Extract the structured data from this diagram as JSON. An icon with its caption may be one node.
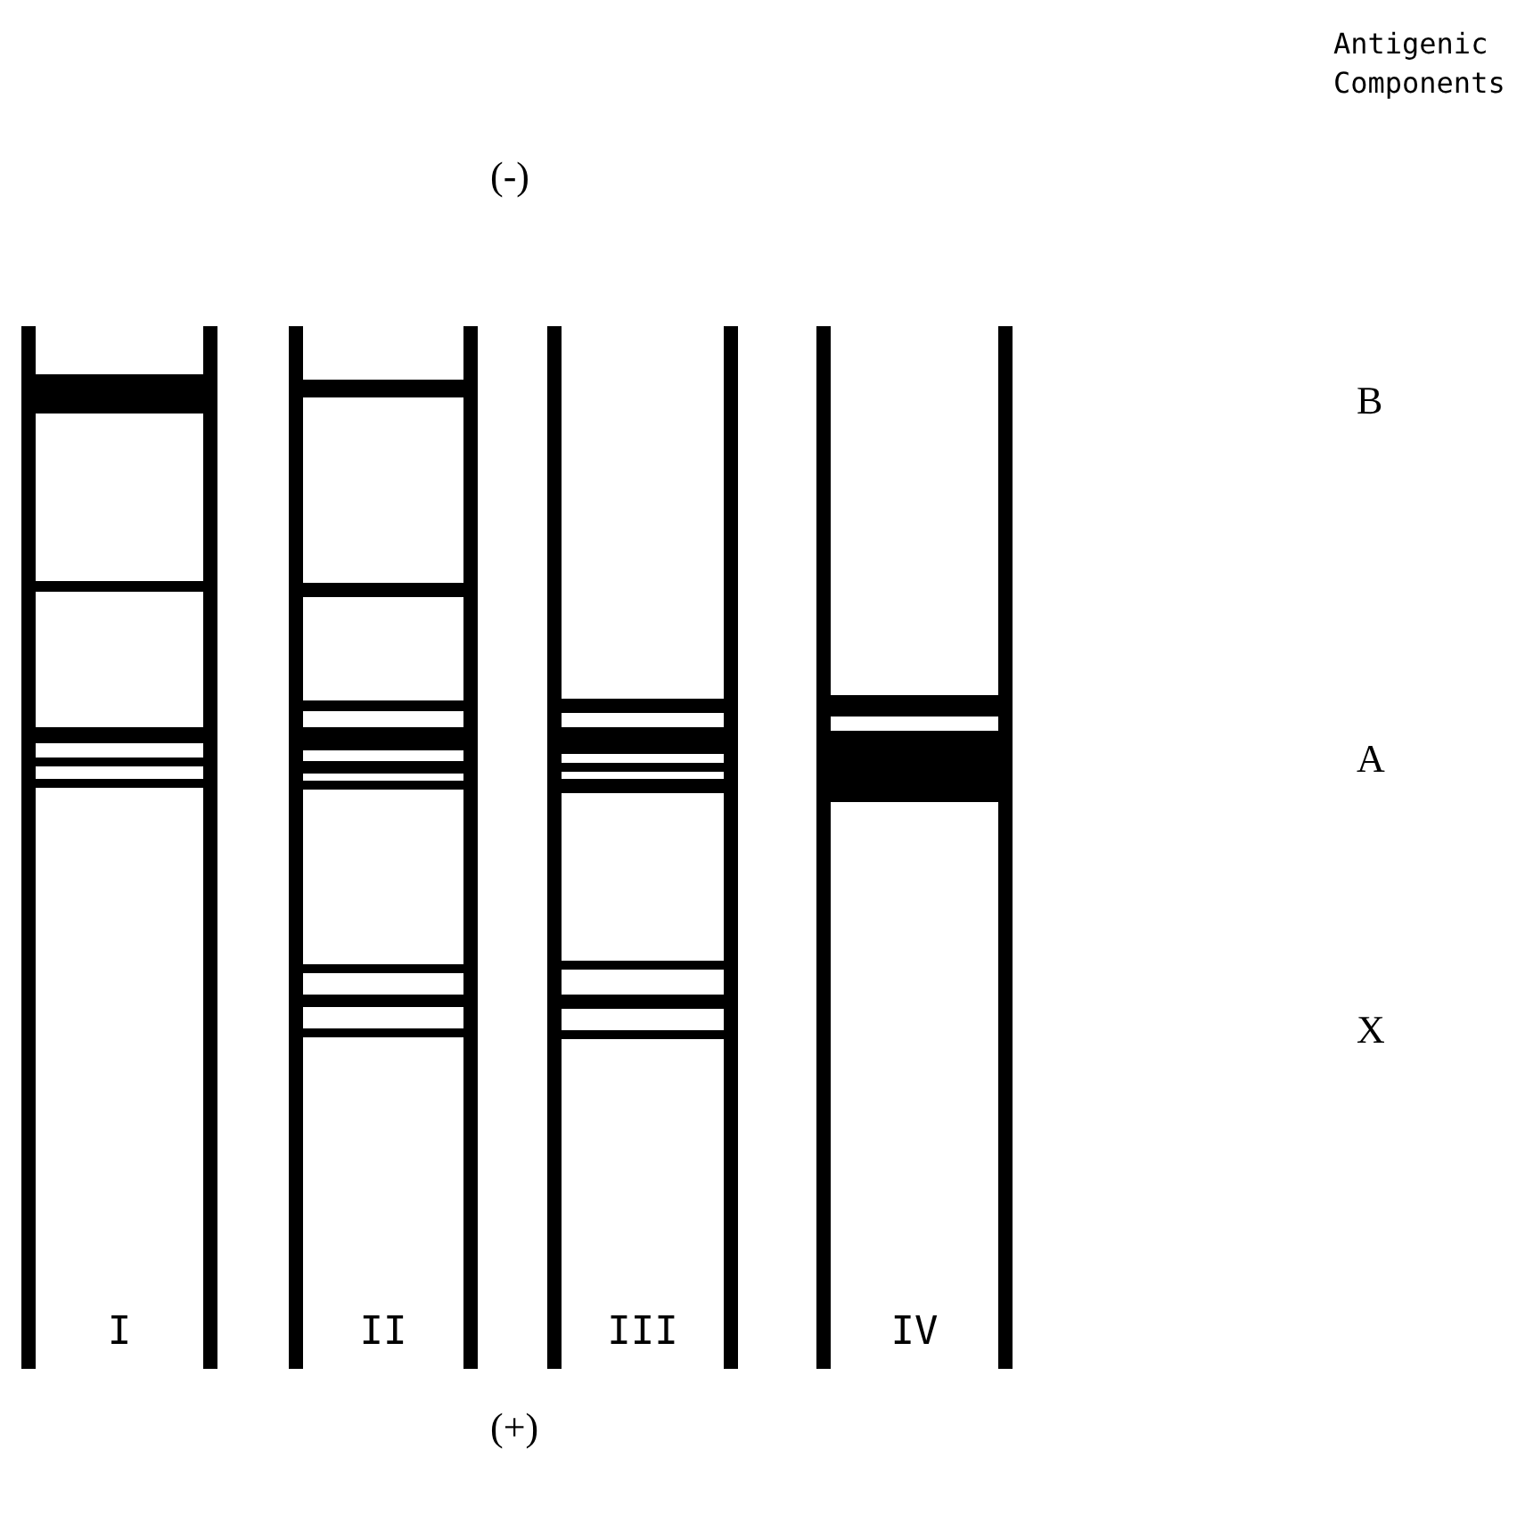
{
  "diagram": {
    "nodes": [
      {
        "text": [
          "I"
        ]
      },
      {
        "text": [
          "II"
        ]
      },
      {
        "text": [
          "III"
        ]
      },
      {
        "text": [
          "IV"
        ]
      }
    ],
    "labels": [
      "Antigenic Components",
      "(-)",
      "B",
      "A",
      "X",
      "(+)"
    ]
  }
}
